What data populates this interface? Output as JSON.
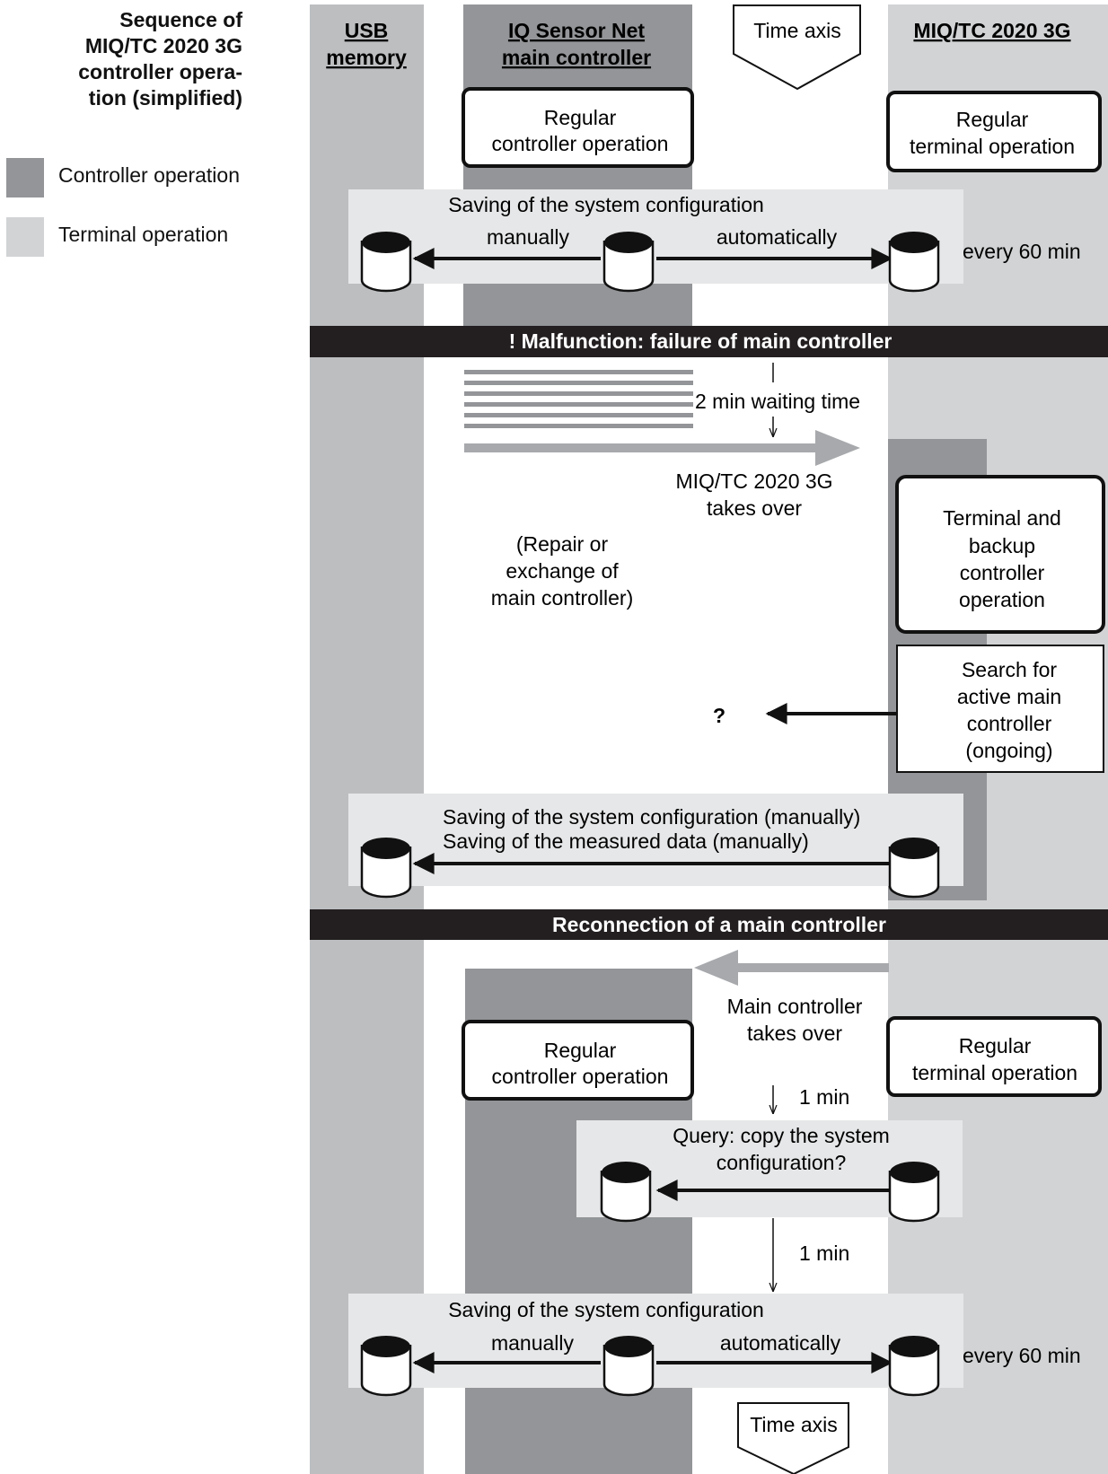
{
  "legend": {
    "title": "Sequence of MIQ/TC 2020 3G controller operation (simplified)",
    "title_lines": [
      "Sequence of",
      "MIQ/TC 2020 3G",
      "controller opera-",
      "tion (simplified)"
    ],
    "items": [
      {
        "label": "Controller operation",
        "color": "#939598"
      },
      {
        "label": "Terminal operation",
        "color": "#d1d3d4"
      }
    ]
  },
  "columns": {
    "usb": [
      "USB",
      "memory"
    ],
    "main_controller": [
      "IQ Sensor Net",
      "main controller"
    ],
    "terminal": [
      "MIQ/TC 2020 3G"
    ],
    "time_axis": "Time axis"
  },
  "phase1": {
    "controller_box": [
      "Regular",
      "controller operation"
    ],
    "terminal_box": [
      "Regular",
      "terminal operation"
    ],
    "saving_title": "Saving of the system configuration",
    "manual": "manually",
    "automatic": "automatically",
    "interval": "every 60 min"
  },
  "malfunction": {
    "banner": "! Malfunction: failure of main controller",
    "waiting": "2 min  waiting time",
    "takeover": [
      "MIQ/TC 2020 3G",
      "takes over"
    ],
    "repair": [
      "(Repair or",
      "exchange of",
      "main controller)"
    ],
    "backup_box": [
      "Terminal and",
      "backup",
      "controller",
      "operation"
    ],
    "search_box": [
      "Search for",
      "active main",
      "controller",
      "(ongoing)"
    ],
    "question": "?",
    "saving_config": "Saving of the system configuration (manually)",
    "saving_data": "Saving of the measured data (manually)"
  },
  "reconnection": {
    "banner": "Reconnection of a main controller",
    "takeover": [
      "Main controller",
      "takes over"
    ],
    "controller_box": [
      "Regular",
      "controller operation"
    ],
    "terminal_box": [
      "Regular",
      "terminal operation"
    ],
    "delay1": "1 min",
    "query": [
      "Query: copy the system",
      "configuration?"
    ],
    "delay2": "1 min",
    "saving_title": "Saving of the system configuration",
    "manual": "manually",
    "automatic": "automatically",
    "interval": "every 60 min",
    "time_axis": "Time axis"
  },
  "colors": {
    "controller": "#939598",
    "terminal": "#d1d3d4",
    "usb": "#bcbec0",
    "panel": "#e6e7e8",
    "banner": "#231f20",
    "arrow_gray": "#a7a9ac"
  }
}
